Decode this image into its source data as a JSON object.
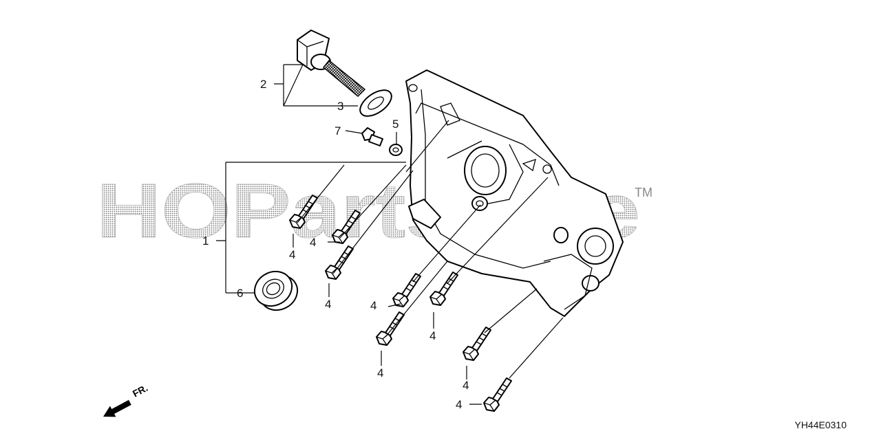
{
  "watermark": {
    "text": "HOPartsTree",
    "tm": "TM"
  },
  "diagram_code": "YH44E0310",
  "direction_marker": "FR.",
  "callouts": {
    "c1": "1",
    "c2": "2",
    "c3": "3",
    "c5": "5",
    "c6": "6",
    "c7": "7",
    "c4": "4"
  }
}
